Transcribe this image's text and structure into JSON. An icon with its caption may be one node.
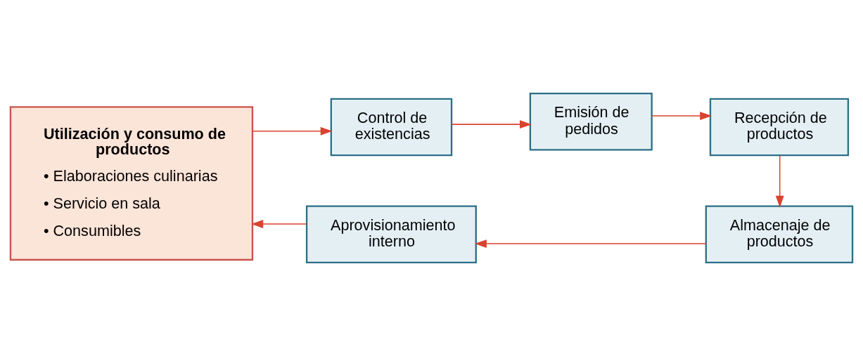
{
  "diagram": {
    "nodes": [
      {
        "text": [
          "Utilización y consumo de productos",
          "• Elaboraciones culinarias",
          "• Servicio en sala",
          "• Consumibles"
        ]
      },
      {
        "text": [
          "Control de existencias"
        ]
      },
      {
        "text": [
          "Emisión de pedidos"
        ]
      },
      {
        "text": [
          "Recepción de productos"
        ]
      },
      {
        "text": [
          "Almacenaje de productos"
        ]
      },
      {
        "text": [
          "Aprovisionamiento interno"
        ]
      }
    ],
    "edges": [
      {
        "from": 0,
        "to": 1,
        "arrow": "to"
      },
      {
        "from": 1,
        "to": 2,
        "arrow": "to"
      },
      {
        "from": 2,
        "to": 3,
        "arrow": "to"
      },
      {
        "from": 3,
        "to": 4,
        "arrow": "to"
      },
      {
        "from": 4,
        "to": 5,
        "arrow": "to"
      },
      {
        "from": 5,
        "to": 0,
        "arrow": "to"
      }
    ]
  }
}
